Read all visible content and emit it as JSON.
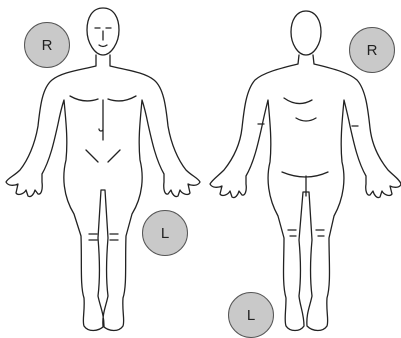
{
  "diagram": {
    "views": [
      "front",
      "back"
    ],
    "markers": {
      "front_upper": "R",
      "back_upper": "R",
      "front_lower": "L",
      "back_lower": "L"
    },
    "colors": {
      "line": "#222222",
      "marker_fill": "#c9c9c9",
      "marker_border": "#555555",
      "background": "#ffffff"
    }
  }
}
